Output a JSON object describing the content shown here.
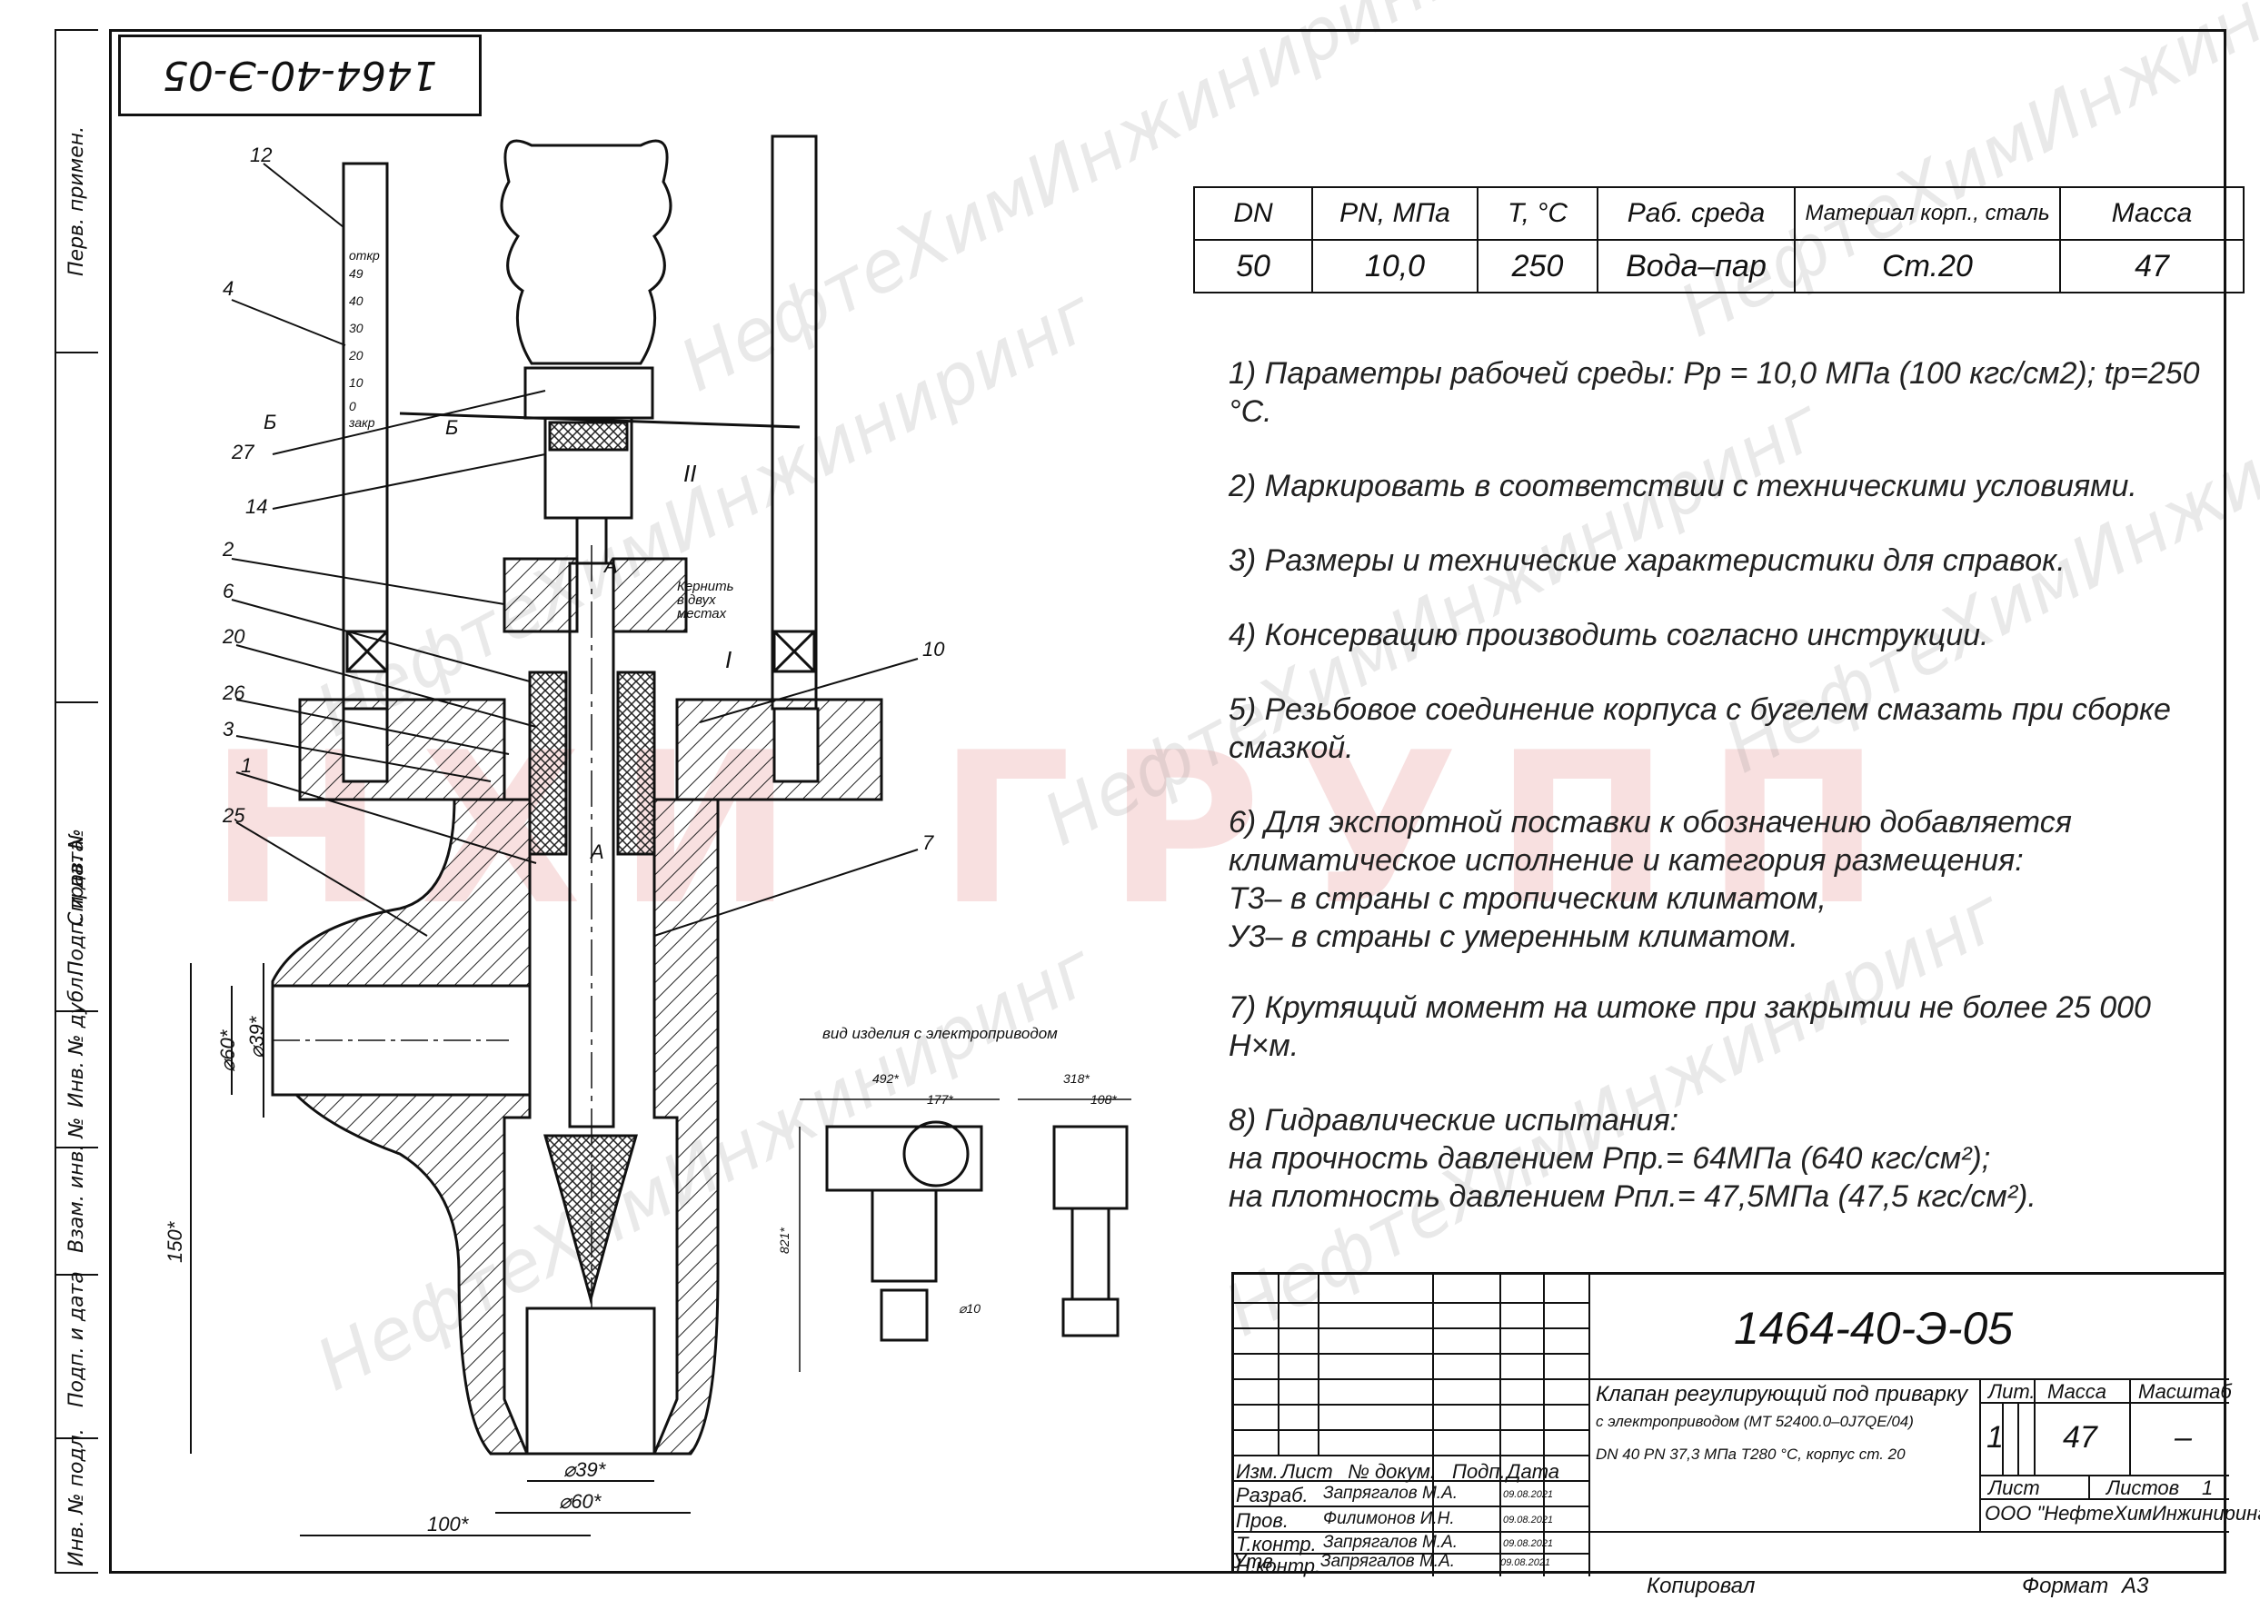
{
  "drawing_code": "1464-40-Э-05",
  "side_labels": [
    "Перв. примен.",
    "Справ. №",
    "Подп. и дата",
    "Инв. № дубл.",
    "Взам. инв. №",
    "Подп. и дата",
    "Инв. № подл."
  ],
  "watermark_text": "НефтеХимИнжиниринг",
  "watermark_logo": "НХИ ГРУПП",
  "params_table": {
    "headers": [
      "DN",
      "PN, МПа",
      "Т, °С",
      "Раб. среда",
      "Материал корп., сталь",
      "Масса"
    ],
    "row": [
      "50",
      "10,0",
      "250",
      "Вода–пар",
      "Ст.20",
      "47"
    ]
  },
  "notes": [
    "1) Параметры рабочей среды: Рр = 10,0 МПа (100 кгс/см2); tр=250 °С.",
    "2) Маркировать в соответствии с техническими условиями.",
    "3) Размеры и технические характеристики для справок.",
    "4) Консервацию производить согласно инструкции.",
    "5) Резьбовое соединение корпуса с бугелем смазать при сборке\n смазкой.",
    "6) Для экспортной поставки к обозначению добавляется\nклиматическое исполнение и категория размещения:\nТ3– в страны с тропическим климатом,\nУ3– в страны с умеренным климатом.",
    "7) Крутящий момент на штоке при закрытии не более 25 000 Н×м.",
    "8) Гидравлические испытания:\nна прочность давлением Рпр.= 64МПа (640 кгс/см²);\nна плотность давлением Рпл.= 47,5МПа (47,5 кгс/см²)."
  ],
  "drawing": {
    "leaders": [
      "12",
      "4",
      "27",
      "14",
      "2",
      "6",
      "20",
      "26",
      "3",
      "1",
      "25",
      "10",
      "7"
    ],
    "scale_ticks": [
      "откр",
      "49",
      "40",
      "30",
      "20",
      "10",
      "0",
      "закр"
    ],
    "section_marks": [
      "Б",
      "Б",
      "А",
      "А",
      "II",
      "I"
    ],
    "kernit_label": "Кернить\nв двух\nместах",
    "dims": {
      "d60_left": "⌀60*",
      "d39_left": "⌀39*",
      "h150": "150*",
      "w100": "100*",
      "d39_bottom": "⌀39*",
      "d60_bottom": "⌀60*"
    },
    "inset_title": "вид изделия с электроприводом",
    "inset_dims": [
      "492*",
      "177*",
      "318*",
      "108*",
      "821*",
      "⌀10"
    ]
  },
  "title_block": {
    "code": "1464-40-Э-05",
    "name_line1": "Клапан регулирующий под приварку",
    "name_line2": "с электроприводом (МТ 52400.0–0J7QE/04)",
    "name_line3": "DN 40 PN 37,3 МПа Т280 °С, корпус ст. 20",
    "col_headers": [
      "Изм.",
      "Лист",
      "№ докум.",
      "Подп.",
      "Дата"
    ],
    "rows": [
      {
        "role": "Разраб.",
        "name": "Запрягалов М.А.",
        "date": "09.08.2021"
      },
      {
        "role": "Пров.",
        "name": "Филимонов И.Н.",
        "date": "09.08.2021"
      },
      {
        "role": "Т.контр.",
        "name": "Запрягалов М.А.",
        "date": "09.08.2021"
      },
      {
        "role": "",
        "name": "",
        "date": ""
      },
      {
        "role": "Н.контр.",
        "name": "",
        "date": ""
      },
      {
        "role": "Утв.",
        "name": "Запрягалов М.А.",
        "date": "09.08.2021"
      }
    ],
    "lit_label": "Лит.",
    "mass_label": "Масса",
    "scale_label": "Масштаб",
    "lit_value": "1",
    "mass_value": "47",
    "scale_value": "–",
    "sheet_label": "Лист",
    "sheets_label": "Листов",
    "sheets_value": "1",
    "company": "ООО \"НефтеХимИнжиниринг\""
  },
  "footer": {
    "copied": "Копировал",
    "format_label": "Формат",
    "format_value": "А3"
  }
}
